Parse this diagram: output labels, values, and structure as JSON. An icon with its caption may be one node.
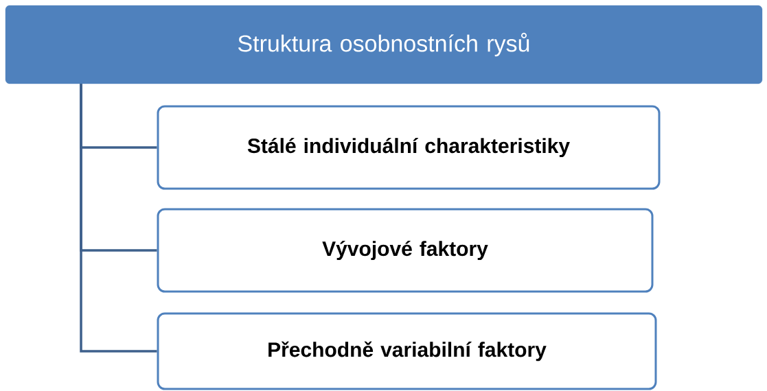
{
  "diagram": {
    "nodes": [
      {
        "text": [
          "Struktura osobnostních rysů"
        ]
      },
      {
        "text": [
          "Stálé individuální charakteristiky"
        ]
      },
      {
        "text": [
          "Vývojové faktory"
        ]
      },
      {
        "text": [
          "Přechodně variabilní faktory"
        ]
      }
    ],
    "edges": [
      {
        "from": 0,
        "to": 1,
        "arrow": "none"
      },
      {
        "from": 0,
        "to": 2,
        "arrow": "none"
      },
      {
        "from": 0,
        "to": 3,
        "arrow": "none"
      }
    ]
  }
}
